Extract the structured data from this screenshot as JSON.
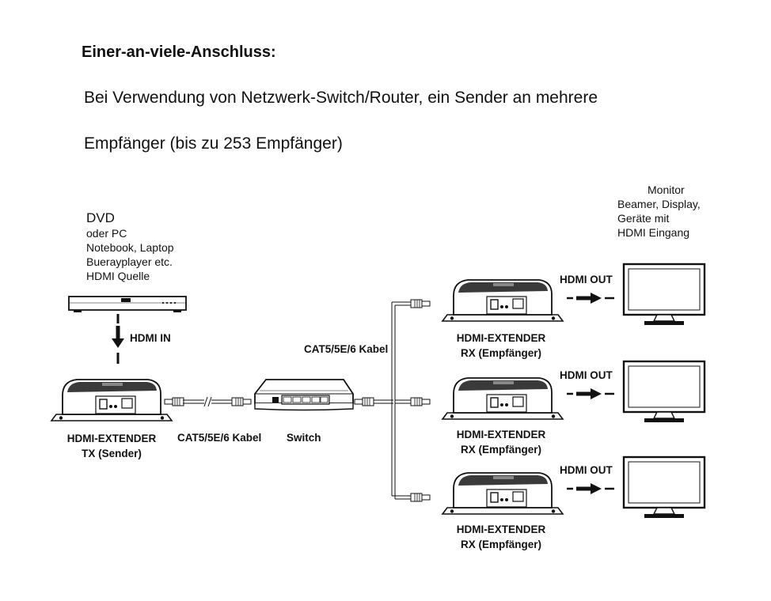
{
  "heading": "Einer-an-viele-Anschluss:",
  "intro": {
    "line1": "Bei Verwendung von Netzwerk-Switch/Router, ein Sender an mehrere",
    "line2": "Empfänger (bis zu 253 Empfänger)"
  },
  "source": {
    "title": "DVD",
    "lines": [
      "oder PC",
      "Notebook, Laptop",
      "Buerayplayer etc.",
      "HDMI Quelle"
    ]
  },
  "display_note": {
    "lines": [
      "Monitor",
      "Beamer, Display,",
      "Geräte mit",
      "HDMI Eingang"
    ]
  },
  "labels": {
    "hdmi_in": "HDMI IN",
    "cable_top": "CAT5/5E/6 Kabel",
    "cable_bottom": "CAT5/5E/6 Kabel",
    "switch": "Switch",
    "tx_line1": "HDMI-EXTENDER",
    "tx_line2": "TX (Sender)",
    "rx_line1": "HDMI-EXTENDER",
    "rx_line2": "RX (Empfänger)",
    "hdmi_out": "HDMI OUT"
  }
}
